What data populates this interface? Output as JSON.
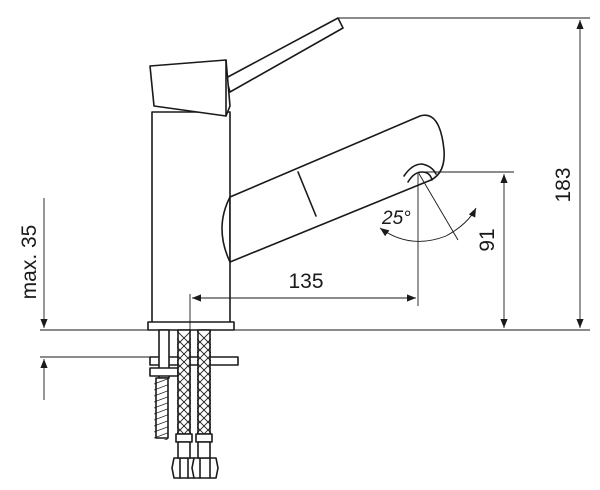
{
  "dimensions": {
    "total_height": "183",
    "outlet_height": "91",
    "spout_reach": "135",
    "mount_thickness": "max. 35",
    "spout_angle": "25°"
  }
}
